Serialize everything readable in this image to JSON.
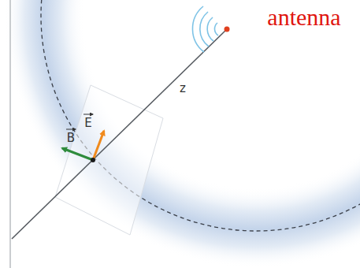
{
  "diagram": {
    "labels": [
      "antenna",
      "z",
      "B",
      "E"
    ]
  }
}
